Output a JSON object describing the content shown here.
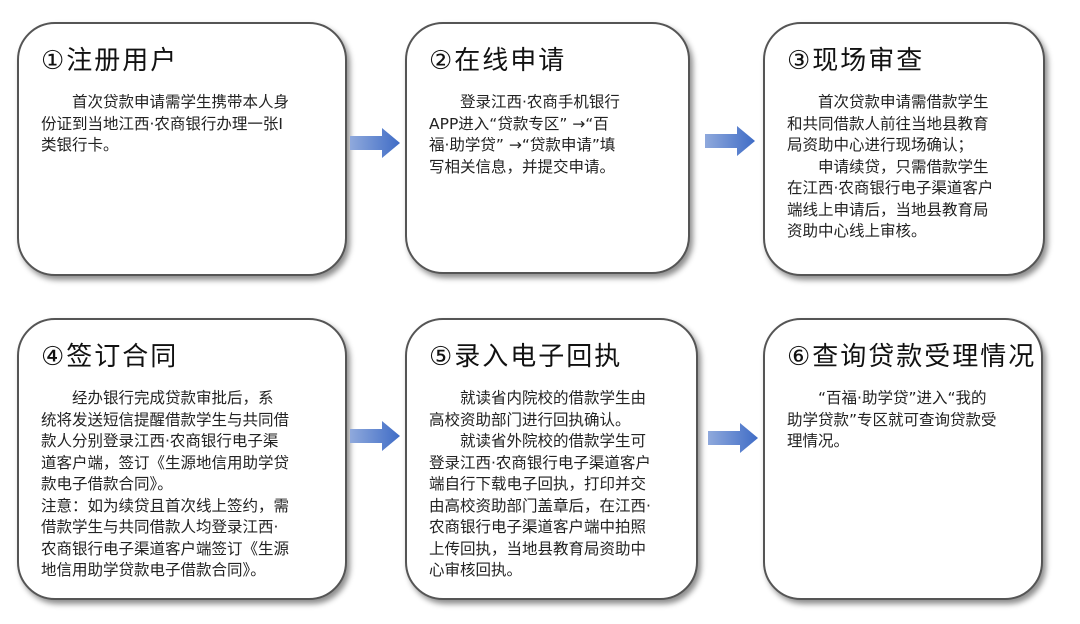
{
  "steps": [
    {
      "title": "①注册用户",
      "lines": [
        "　　首次贷款申请需学生携带本人身",
        "份证到当地江西·农商银行办理一张I",
        "类银行卡。"
      ]
    },
    {
      "title": "②在线申请",
      "lines": [
        "　　登录江西·农商手机银行",
        "APP进入“贷款专区” →“百",
        "福·助学贷” →“贷款申请”填",
        "写相关信息，并提交申请。"
      ]
    },
    {
      "title": "③现场审查",
      "lines": [
        "　　首次贷款申请需借款学生",
        "和共同借款人前往当地县教育",
        "局资助中心进行现场确认；",
        "　　申请续贷，只需借款学生",
        "在江西·农商银行电子渠道客户",
        "端线上申请后，当地县教育局",
        "资助中心线上审核。"
      ]
    },
    {
      "title": "④签订合同",
      "lines": [
        "　　经办银行完成贷款审批后，系",
        "统将发送短信提醒借款学生与共同借",
        "款人分别登录江西·农商银行电子渠",
        "道客户端，签订《生源地信用助学贷",
        "款电子借款合同》。",
        "注意：如为续贷且首次线上签约，需",
        "借款学生与共同借款人均登录江西·",
        "农商银行电子渠道客户端签订《生源",
        "地信用助学贷款电子借款合同》。"
      ]
    },
    {
      "title": "⑤录入电子回执",
      "lines": [
        "　　就读省内院校的借款学生由",
        "高校资助部门进行回执确认。",
        "　　就读省外院校的借款学生可",
        "登录江西·农商银行电子渠道客户",
        "端自行下载电子回执，打印并交",
        "由高校资助部门盖章后，在江西·",
        "农商银行电子渠道客户端中拍照",
        "上传回执，当地县教育局资助中",
        "心审核回执。"
      ]
    },
    {
      "title": "⑥查询贷款受理情况",
      "lines": [
        "　　“百福·助学贷”进入“我的",
        "助学贷款”专区就可查询贷款受",
        "理情况。"
      ]
    }
  ],
  "colors": {
    "arrow": "#4a74c9",
    "border": "#555555"
  }
}
